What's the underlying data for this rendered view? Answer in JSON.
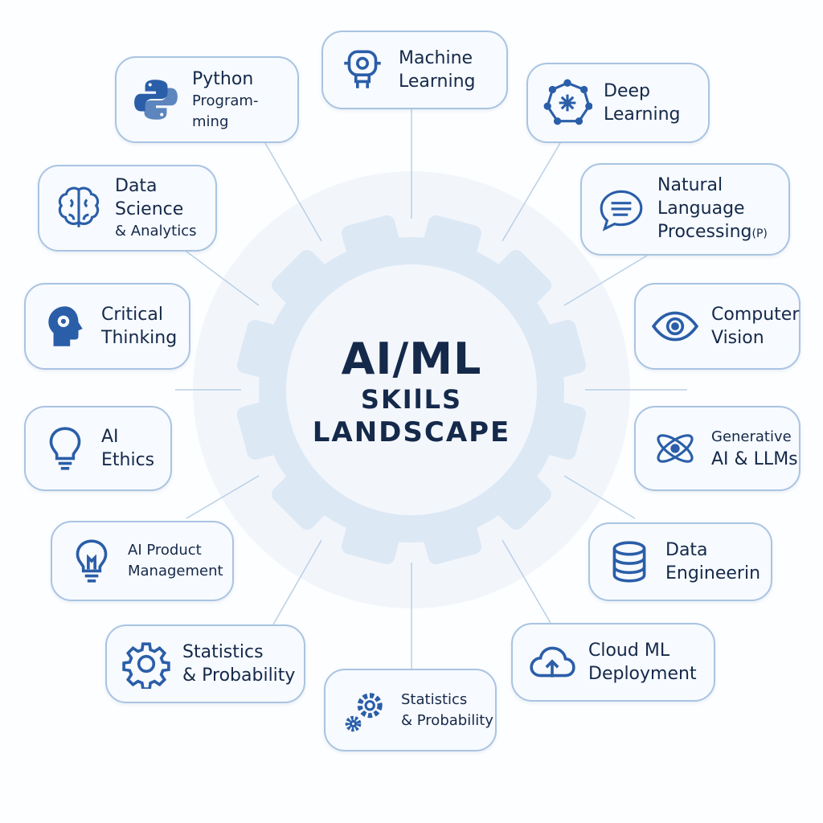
{
  "center": {
    "title": "AI/ML",
    "line2": "SKIlLS",
    "line3": "LANDSCAPE"
  },
  "colors": {
    "accent": "#2a5ea8",
    "border": "#a9c4e2",
    "gear": "#dde8f5",
    "text": "#15294a"
  },
  "nodes": {
    "ml": {
      "lines": [
        "Machine",
        "Learning"
      ],
      "icon": "robot-icon"
    },
    "python": {
      "lines": [
        "Python",
        "Program-",
        "ming"
      ],
      "icon": "python-logo-icon"
    },
    "dl": {
      "lines": [
        "Deep",
        "Learning"
      ],
      "icon": "neural-network-icon"
    },
    "ds": {
      "lines": [
        "Data",
        "Science",
        "& Analytics"
      ],
      "icon": "brain-icon"
    },
    "nlp": {
      "lines": [
        "Natural",
        "Language",
        "Processing"
      ],
      "suffix": "(P)",
      "icon": "chat-bubble-icon"
    },
    "ct": {
      "lines": [
        "Critical",
        "Thinking"
      ],
      "icon": "head-gear-icon"
    },
    "cv": {
      "lines": [
        "Computer",
        "Vision"
      ],
      "icon": "eye-icon"
    },
    "ethics": {
      "lines": [
        "AI",
        "Ethics"
      ],
      "icon": "lightbulb-icon"
    },
    "genai": {
      "lines": [
        "Generative",
        "AI & LLMs"
      ],
      "icon": "atom-icon"
    },
    "pm": {
      "lines": [
        "AI Product",
        "Management"
      ],
      "icon": "lightbulb-icon"
    },
    "de": {
      "lines": [
        "Data",
        "Engineerin"
      ],
      "icon": "database-icon"
    },
    "stats1": {
      "lines": [
        "Statistics",
        "& Probability"
      ],
      "icon": "gear-icon"
    },
    "cloud": {
      "lines": [
        "Cloud ML",
        "Deployment"
      ],
      "icon": "cloud-upload-icon"
    },
    "stats2": {
      "lines": [
        "Statistics",
        "& Probability"
      ],
      "icon": "gears-icon"
    }
  }
}
